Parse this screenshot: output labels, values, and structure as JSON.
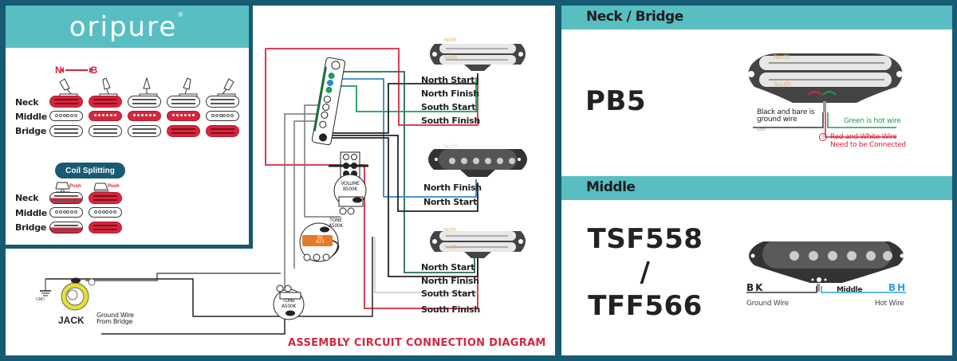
{
  "brand": {
    "name": "oripure",
    "trademark": "®"
  },
  "legend": {
    "direction": {
      "from": "N",
      "to": "B"
    },
    "rows": [
      "Neck",
      "Middle",
      "Bridge"
    ],
    "positions": [
      {
        "neck": "on",
        "middle": "off",
        "bridge": "off"
      },
      {
        "neck": "on",
        "middle": "on",
        "bridge": "off"
      },
      {
        "neck": "off",
        "middle": "on",
        "bridge": "off"
      },
      {
        "neck": "off",
        "middle": "on",
        "bridge": "on"
      },
      {
        "neck": "off",
        "middle": "off",
        "bridge": "on"
      }
    ],
    "coil_splitting": {
      "label": "Coil Splitting",
      "push_label": "Push",
      "rows": [
        "Neck",
        "Middle",
        "Bridge"
      ],
      "states": [
        {
          "neck": "split",
          "middle": "off",
          "bridge": "split"
        },
        {
          "neck": "full",
          "middle": "off",
          "bridge": "full"
        }
      ]
    }
  },
  "circuit": {
    "title": "ASSEMBLY CIRCUIT CONNECTION DIAGRAM",
    "neck_pickup": {
      "coil_labels": [
        "North",
        "South"
      ],
      "wires": [
        "North Start",
        "North Finish",
        "South Start",
        "South Finish"
      ]
    },
    "middle_pickup": {
      "coil_label": "North",
      "wires": [
        "North Finish",
        "North Start"
      ]
    },
    "bridge_pickup": {
      "coil_labels": [
        "North",
        "South"
      ],
      "wires": [
        "North Start",
        "North Finish",
        "South Start",
        "South Finish"
      ]
    },
    "volume_pot": {
      "label": "VOLUME",
      "value": "B500K"
    },
    "tone_pot_1": {
      "label": "TONE",
      "value": "A500K"
    },
    "tone_pot_2": {
      "label": "TONE",
      "value": "A500K"
    },
    "capacitor": {
      "line1": "22",
      "line2": "473"
    },
    "jack": {
      "label": "JACK",
      "gnd": "GND"
    },
    "ground_wire": {
      "line1": "Ground Wire",
      "line2": "From Bridge"
    },
    "colors": {
      "red": "#d7263d",
      "green": "#1f9a5a",
      "dark_green": "#2a6b4c",
      "blue": "#2f86c9",
      "black": "#222222",
      "gray": "#8a8a8a"
    }
  },
  "right": {
    "section1": {
      "title": "Neck / Bridge",
      "model": "PB5",
      "coil_labels": [
        "North",
        "South"
      ],
      "ground_note": [
        "Black and bare is",
        "ground wire"
      ],
      "bare_label": "Bare",
      "hot_note": "Green is hot wire",
      "warning_icon": "!",
      "warning_note": [
        "Red and White Wire",
        "Need to be Connected"
      ]
    },
    "section2": {
      "title": "Middle",
      "model_lines": [
        "TSF558",
        "/",
        "TFF566"
      ],
      "bk_label": "BK",
      "ground_label": "Ground Wire",
      "middle_label": "Middle",
      "bh_label": "BH",
      "hot_label": "Hot Wire"
    }
  },
  "theme": {
    "frame": "#175a73",
    "accent": "#58bec2",
    "red": "#d7263d"
  }
}
